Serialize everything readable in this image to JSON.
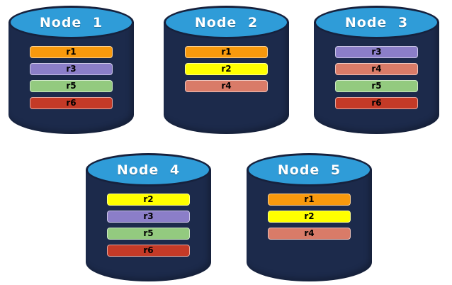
{
  "diagram": {
    "description": "Five database node cylinders showing replica placement",
    "colors": {
      "background": "#ffffff",
      "cylinder_body": "#1c2a4b",
      "cylinder_top": "#2f9cd8",
      "cylinder_border": "#16213d",
      "title_text": "#ffffff",
      "bar_text": "#000000"
    },
    "replica_colors": {
      "r1": "#f8990d",
      "r2": "#ffff00",
      "r3": "#8b7ec8",
      "r4": "#d97b68",
      "r5": "#93ca7f",
      "r6": "#c43a27"
    },
    "nodes": [
      {
        "label": "Node 1",
        "replicas": [
          "r1",
          "r3",
          "r5",
          "r6"
        ]
      },
      {
        "label": "Node 2",
        "replicas": [
          "r1",
          "r2",
          "r4"
        ]
      },
      {
        "label": "Node 3",
        "replicas": [
          "r3",
          "r4",
          "r5",
          "r6"
        ]
      },
      {
        "label": "Node 4",
        "replicas": [
          "r2",
          "r3",
          "r5",
          "r6"
        ]
      },
      {
        "label": "Node 5",
        "replicas": [
          "r1",
          "r2",
          "r4"
        ]
      }
    ]
  }
}
